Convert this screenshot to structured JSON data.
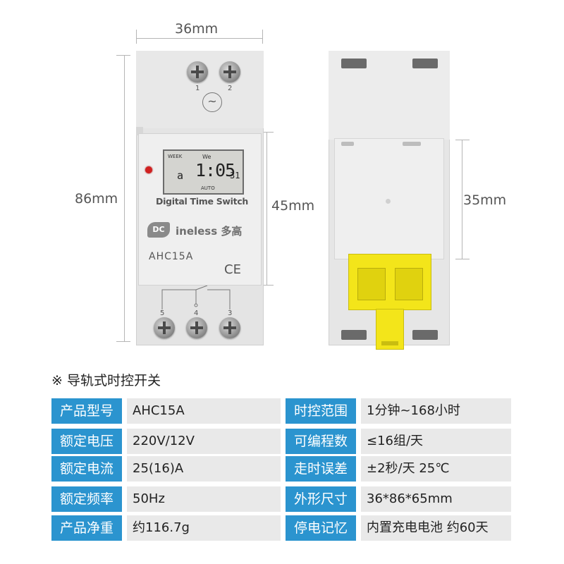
{
  "dimensions": {
    "front_width": "36mm",
    "front_height": "86mm",
    "front_window_height": "45mm",
    "back_rail_height": "35mm"
  },
  "device": {
    "lcd": {
      "week_label": "WEEK",
      "day_label": "We",
      "day_digit": "a",
      "time": "1:05",
      "seconds": "31",
      "mode": "AUTO"
    },
    "product_name": "Digital Time Switch",
    "brand": "ineless 多高",
    "brand_logo_text": "DC",
    "model": "AHC15A",
    "ce_mark": "CE",
    "top_terminals": [
      "1",
      "2"
    ],
    "bottom_terminals": [
      "5",
      "4",
      "3"
    ],
    "ac_symbol": "~"
  },
  "section_title": "※ 导轨式时控开关",
  "specs": [
    {
      "label": "产品型号",
      "value": "AHC15A",
      "label2": "时控范围",
      "value2": "1分钟~168小时"
    },
    {
      "label": "额定电压",
      "value": "220V/12V",
      "label2": "可编程数",
      "value2": "≤16组/天"
    },
    {
      "label": "额定电流",
      "value": "25(16)A",
      "label2": "走时误差",
      "value2": "±2秒/天 25℃"
    },
    {
      "label": "额定频率",
      "value": "50Hz",
      "label2": "外形尺寸",
      "value2": "36*86*65mm"
    },
    {
      "label": "产品净重",
      "value": "约116.7g",
      "label2": "停电记忆",
      "value2": "内置充电电池 约60天"
    }
  ],
  "colors": {
    "label_bg": "#2b94cf",
    "value_bg": "#e9e9e9",
    "housing": "#e6e6e6",
    "latch": "#f3e51a",
    "lcd": "#d4d4d0"
  }
}
